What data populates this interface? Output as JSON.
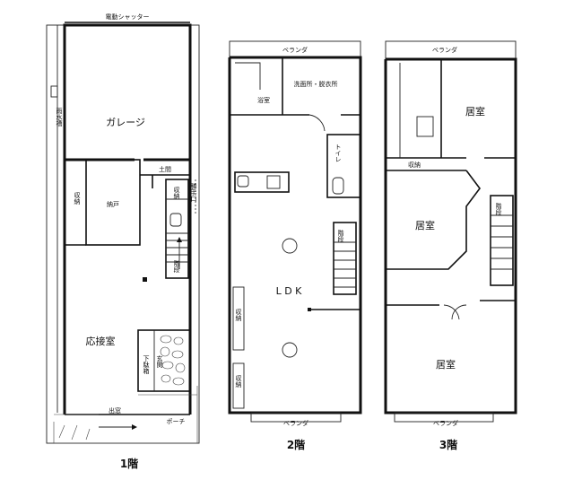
{
  "floor1": {
    "shutter": "電動シャッター",
    "garage": "ガレージ",
    "tank": "雨水槽",
    "storage": "納戸",
    "closet": "収納",
    "doma": "土間",
    "back_door": "勝手口",
    "closet_v": "収納",
    "stairs": "階段",
    "reception": "応接室",
    "entrance": "玄関",
    "shoe_box": "下駄箱",
    "porch": "ポーチ",
    "gate": "出窓",
    "floor_label": "1階"
  },
  "floor2": {
    "veranda_top": "ベランダ",
    "bath": "浴室",
    "washroom": "洗面所・脱衣所",
    "toilet": "トイレ",
    "stairs": "階段",
    "ldk": "L D K",
    "closet_a": "収納",
    "closet_b": "収納",
    "veranda_bottom": "ベランダ",
    "floor_label": "2階"
  },
  "floor3": {
    "veranda_top": "ベランダ",
    "room_ne": "居室",
    "closet": "収納",
    "room_mid": "居室",
    "stairs": "階段",
    "room_s": "居室",
    "veranda_bottom": "ベランダ",
    "floor_label": "3階"
  }
}
